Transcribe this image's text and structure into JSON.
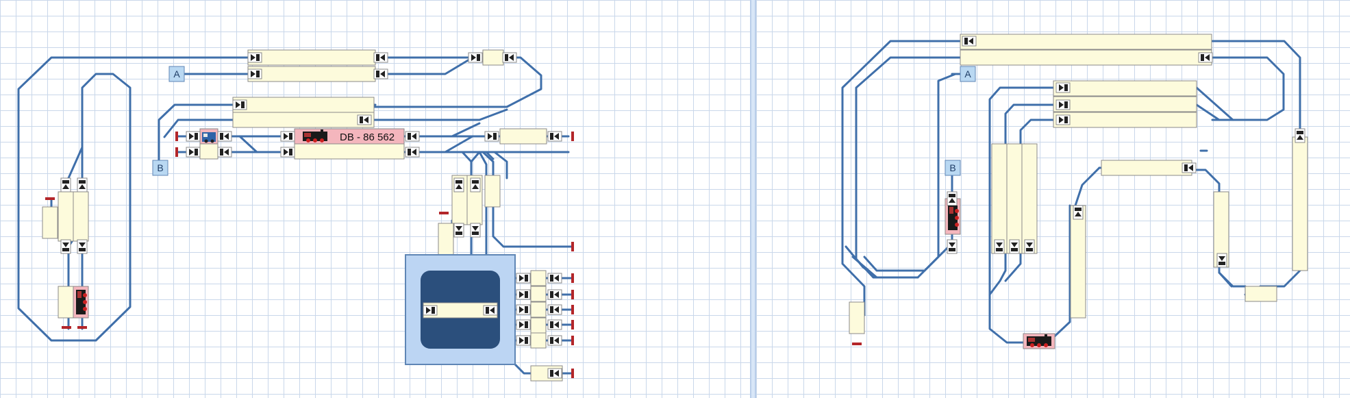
{
  "panels": [
    {
      "id": "left",
      "labels": {
        "a": "A",
        "b": "B"
      },
      "locomotive_name": "DB - 86 562"
    },
    {
      "id": "right",
      "labels": {
        "a": "A",
        "b": "B"
      }
    }
  ],
  "colors": {
    "track": "#3f6faa",
    "block_free": "#fdfbdc",
    "block_occupied": "#f4b6bd",
    "bumper": "#b3262a",
    "grid": "#c9d7ea",
    "turntable_outer": "#bcd5f3",
    "turntable_inner": "#2b4f7c",
    "splitter": "#9ab6dc"
  },
  "icons": [
    "signal-icon",
    "locomotive-icon",
    "bumper-icon",
    "turntable-icon"
  ]
}
